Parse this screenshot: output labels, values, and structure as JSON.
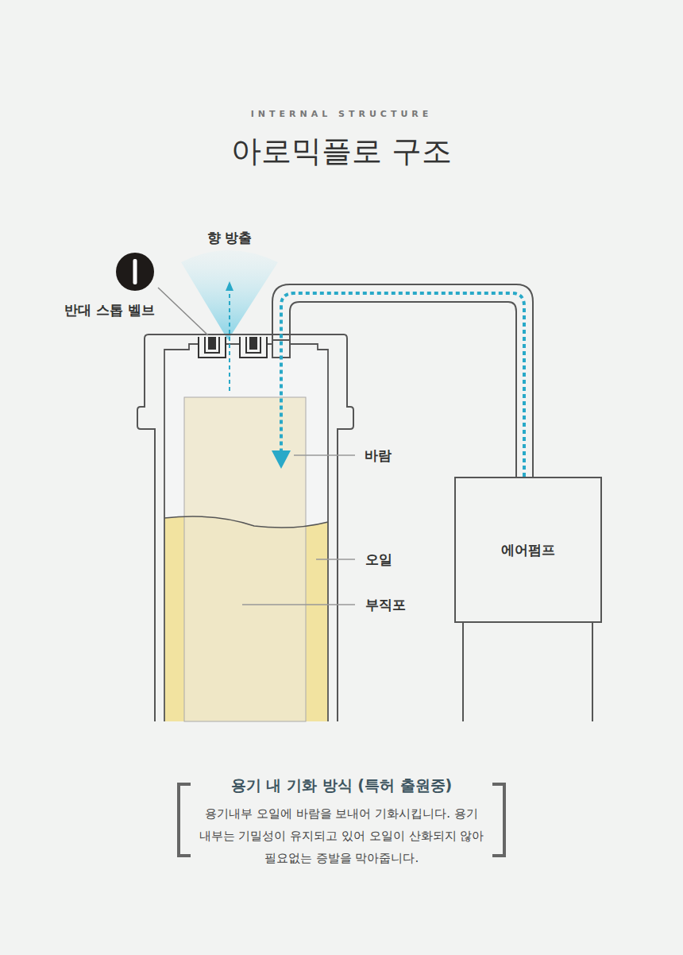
{
  "diagram": {
    "title": "아로믹플로 구조",
    "nodes": [
      {
        "text": [
          "에어펌프"
        ]
      }
    ],
    "labels": [
      "INTERNAL STRUCTURE",
      "향 방출",
      "반대 스톱 벨브",
      "바람",
      "오일",
      "부직포",
      "용기 내 기화 방식 (특허 출원중)",
      "용기내부 오일에 바람을 보내어 기화시킵니다. 용기 내부는 기밀성이 유지되고 있어 오일이 산화되지 않아 필요없는 증발을 막아줍니다."
    ]
  }
}
